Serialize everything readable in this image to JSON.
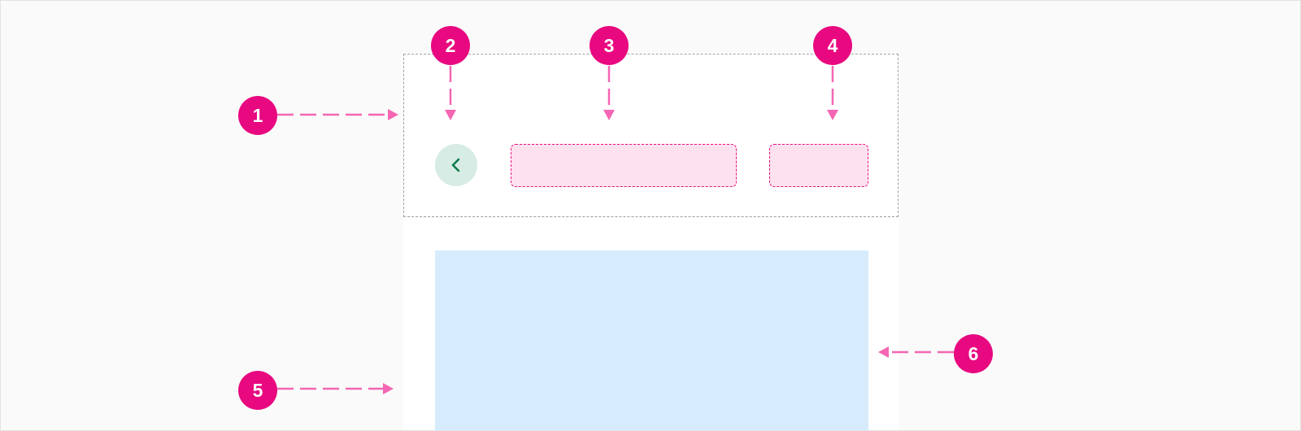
{
  "markers": [
    {
      "id": "1",
      "label": "1"
    },
    {
      "id": "2",
      "label": "2"
    },
    {
      "id": "3",
      "label": "3"
    },
    {
      "id": "4",
      "label": "4"
    },
    {
      "id": "5",
      "label": "5"
    },
    {
      "id": "6",
      "label": "6"
    }
  ],
  "icons": {
    "back": "chevron-left-icon"
  },
  "colors": {
    "marker": "#e8087f",
    "arrow": "#f466b3",
    "slot_fill": "#fde1ef",
    "slot_border": "#e8117f",
    "back_button": "#d7ece5",
    "back_chevron": "#0b7a4b",
    "content_area": "#d6ecfd",
    "outline": "#9e9e9e"
  }
}
